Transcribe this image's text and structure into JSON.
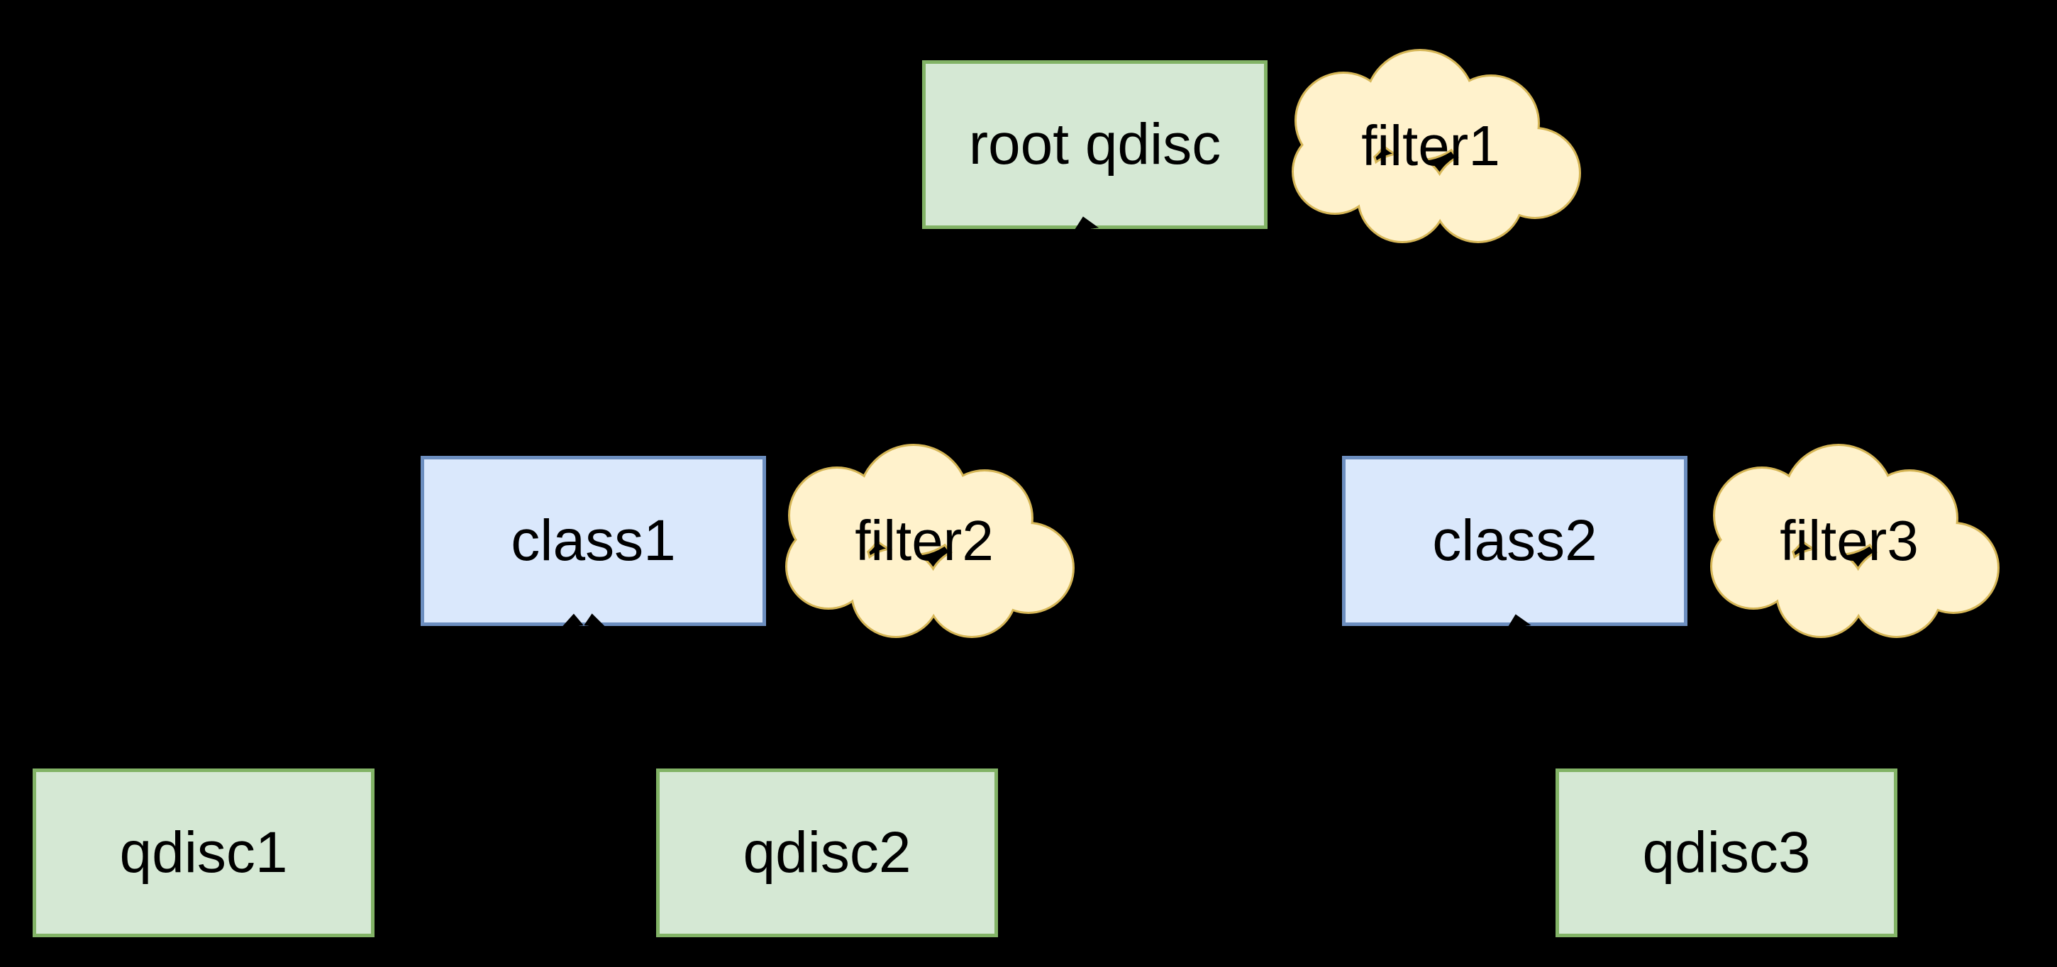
{
  "diagram": {
    "colors": {
      "background": "#000000",
      "text": "#000000",
      "connector": "#000000",
      "qdisc_fill": "#d5e8d4",
      "qdisc_border": "#82b366",
      "class_fill": "#dae8fc",
      "class_border": "#6c8ebf",
      "filter_fill": "#fff2cc",
      "filter_border": "#d6b656"
    },
    "nodes": {
      "root_qdisc": {
        "label": "root qdisc",
        "shape": "rectangle",
        "style": "green"
      },
      "class1": {
        "label": "class1",
        "shape": "rectangle",
        "style": "blue"
      },
      "class2": {
        "label": "class2",
        "shape": "rectangle",
        "style": "blue"
      },
      "qdisc1": {
        "label": "qdisc1",
        "shape": "rectangle",
        "style": "green"
      },
      "qdisc2": {
        "label": "qdisc2",
        "shape": "rectangle",
        "style": "green"
      },
      "qdisc3": {
        "label": "qdisc3",
        "shape": "rectangle",
        "style": "green"
      }
    },
    "filters": {
      "filter1": {
        "label": "filter1",
        "shape": "cloud",
        "attached_to": "root_qdisc"
      },
      "filter2": {
        "label": "filter2",
        "shape": "cloud",
        "attached_to": "class1"
      },
      "filter3": {
        "label": "filter3",
        "shape": "cloud",
        "attached_to": "class2"
      }
    }
  }
}
